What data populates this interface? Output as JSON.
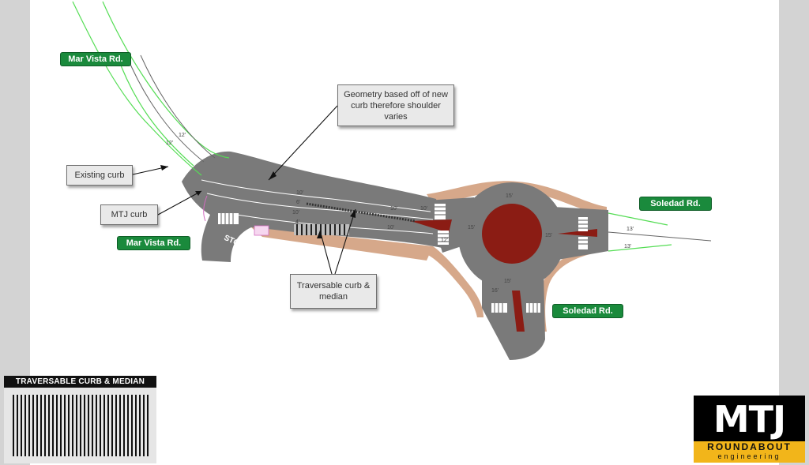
{
  "road_labels": {
    "mar_vista_top": "Mar Vista Rd.",
    "mar_vista_bottom": "Mar Vista Rd.",
    "soledad_east": "Soledad Rd.",
    "soledad_south": "Soledad Rd."
  },
  "callouts": {
    "geometry": "Geometry based off of new curb therefore shoulder varies",
    "existing_curb": "Existing curb",
    "mtj_curb": "MTJ curb",
    "traversable": "Traversable curb & median"
  },
  "pavement": {
    "stop_marking": "STOP"
  },
  "dimensions": {
    "nw_lane_a": "12'",
    "nw_lane_b": "12'",
    "west_lane_1": "10'",
    "west_lane_2": "6'",
    "west_lane_3": "10'",
    "west_lane_4": "4'",
    "approach_lane_1": "10'",
    "approach_lane_2": "10'",
    "approach_lane_3": "10'",
    "circ_north": "15'",
    "circ_west": "15'",
    "circ_east": "15'",
    "circ_south": "15'",
    "circ_sw": "16'",
    "entry_west": "12'",
    "east_lane_1": "13'",
    "east_lane_2": "13'"
  },
  "legend": {
    "title": "TRAVERSABLE CURB & MEDIAN"
  },
  "logo": {
    "mark": "MTJ",
    "line1": "ROUNDABOUT",
    "line2": "engineering"
  },
  "colors": {
    "pavement": "#7a7a7a",
    "central_island": "#8b1c14",
    "landscape_strip": "#d6a88a",
    "existing_curb_line": "#55dd55",
    "label_green": "#1a8a3c",
    "logo_yellow": "#f2b51a"
  }
}
